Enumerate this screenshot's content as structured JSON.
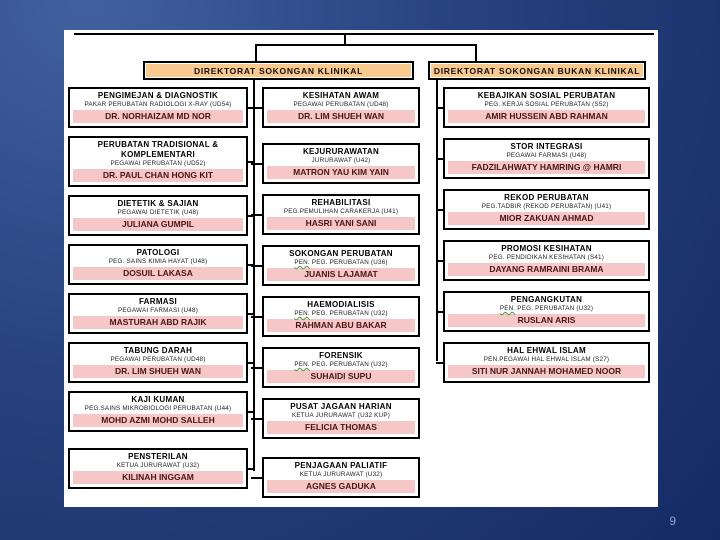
{
  "slide": {
    "page_number": "9",
    "colors": {
      "header_fill": "#f9c98e",
      "person_fill": "#f5c7c7",
      "person_text": "#4a1414",
      "line": "#000000",
      "background": "#27427f"
    },
    "directorates": [
      {
        "label": "DIREKTORAT SOKONGAN KLINIKAL"
      },
      {
        "label": "DIREKTORAT SOKONGAN BUKAN KLINIKAL"
      }
    ],
    "columns": [
      {
        "name": "klinikal-left",
        "boxes": [
          {
            "title": "PENGIMEJAN & DIAGNOSTIK",
            "grade": "PAKAR PERUBATAN RADIOLOGI X-RAY (UD54)",
            "person": "DR. NORHAIZAM MD NOR"
          },
          {
            "title": "PERUBATAN TRADISIONAL & KOMPLEMENTARI",
            "grade": "PEGAWAI PERUBATAN (UD52)",
            "person": "DR. PAUL CHAN HONG KIT"
          },
          {
            "title": "DIETETIK & SAJIAN",
            "grade": "PEGAWAI DIETETIK (U48)",
            "person": "JULIANA GUMPIL"
          },
          {
            "title": "PATOLOGI",
            "grade": "PEG. SAINS KIMIA HAYAT (U48)",
            "person": "DOSUIL LAKASA"
          },
          {
            "title": "FARMASI",
            "grade": "PEGAWAI FARMASI (U48)",
            "person": "MASTURAH ABD RAJIK"
          },
          {
            "title": "TABUNG DARAH",
            "grade": "PEGAWAI PERUBATAN (UD48)",
            "person": "DR. LIM SHUEH WAN"
          },
          {
            "title": "KAJI KUMAN",
            "grade": "PEG.SAINS MIKROBIOLOGI PERUBATAN (U44)",
            "person": "MOHD AZMI MOHD SALLEH"
          },
          {
            "title": "PENSTERILAN",
            "grade": "KETUA JURURAWAT (U32)",
            "person": "KILINAH INGGAM"
          }
        ]
      },
      {
        "name": "klinikal-middle",
        "boxes": [
          {
            "title": "KESIHATAN AWAM",
            "grade": "PEGAWAI PERUBATAN (UD48)",
            "person": "DR. LIM SHUEH WAN"
          },
          {
            "title": "KEJURURAWATAN",
            "grade": "JURURAWAT (U42)",
            "person": "MATRON YAU KIM YAIN"
          },
          {
            "title": "REHABILITASI",
            "grade": "PEG.PEMULIHAN CARAKERJA (U41)",
            "person": "HASRI YANI SANI"
          },
          {
            "title": "SOKONGAN PERUBATAN",
            "grade_marked": "PEN.",
            "grade": "PEG. PERUBATAN (U36)",
            "person": "JUANIS LAJAMAT"
          },
          {
            "title": "HAEMODIALISIS",
            "grade_marked": "PEN.",
            "grade": "PEG. PERUBATAN (U32)",
            "person": "RAHMAN ABU BAKAR"
          },
          {
            "title": "FORENSIK",
            "grade_marked": "PEN.",
            "grade": "PEG. PERUBATAN (U32)",
            "person": "SUHAIDI SUPU"
          },
          {
            "title": "PUSAT JAGAAN HARIAN",
            "grade": "KETUA JURURAWAT (U32 KUP)",
            "person": "FELICIA THOMAS"
          },
          {
            "title": "PENJAGAAN PALIATIF",
            "grade": "KETUA JURURAWAT (U32)",
            "person": "AGNES GADUKA"
          }
        ]
      },
      {
        "name": "bukan-klinikal",
        "boxes": [
          {
            "title": "KEBAJIKAN SOSIAL PERUBATAN",
            "grade": "PEG. KERJA SOSIAL PERUBATAN (S52)",
            "person": "AMIR HUSSEIN ABD RAHMAN"
          },
          {
            "title": "STOR INTEGRASI",
            "grade": "PEGAWAI FARMASI (U48)",
            "person": "FADZILAHWATY HAMRING @ HAMRI"
          },
          {
            "title": "REKOD PERUBATAN",
            "grade": "PEG.TADBIR (REKOD PERUBATAN) (U41)",
            "person": "MIOR ZAKUAN AHMAD"
          },
          {
            "title": "PROMOSI KESIHATAN",
            "grade": "PEG. PENDIDIKAN KESIHATAN (S41)",
            "person": "DAYANG RAMRAINI BRAMA"
          },
          {
            "title": "PENGANGKUTAN",
            "grade_marked": "PEN.",
            "grade": "PEG. PERUBATAN (U32)",
            "person": "RUSLAN ARIS"
          },
          {
            "title": "HAL EHWAL ISLAM",
            "grade": "PEN.PEGAWAI HAL EHWAL ISLAM (S27)",
            "person": "SITI NUR JANNAH MOHAMED NOOR"
          }
        ]
      }
    ]
  }
}
